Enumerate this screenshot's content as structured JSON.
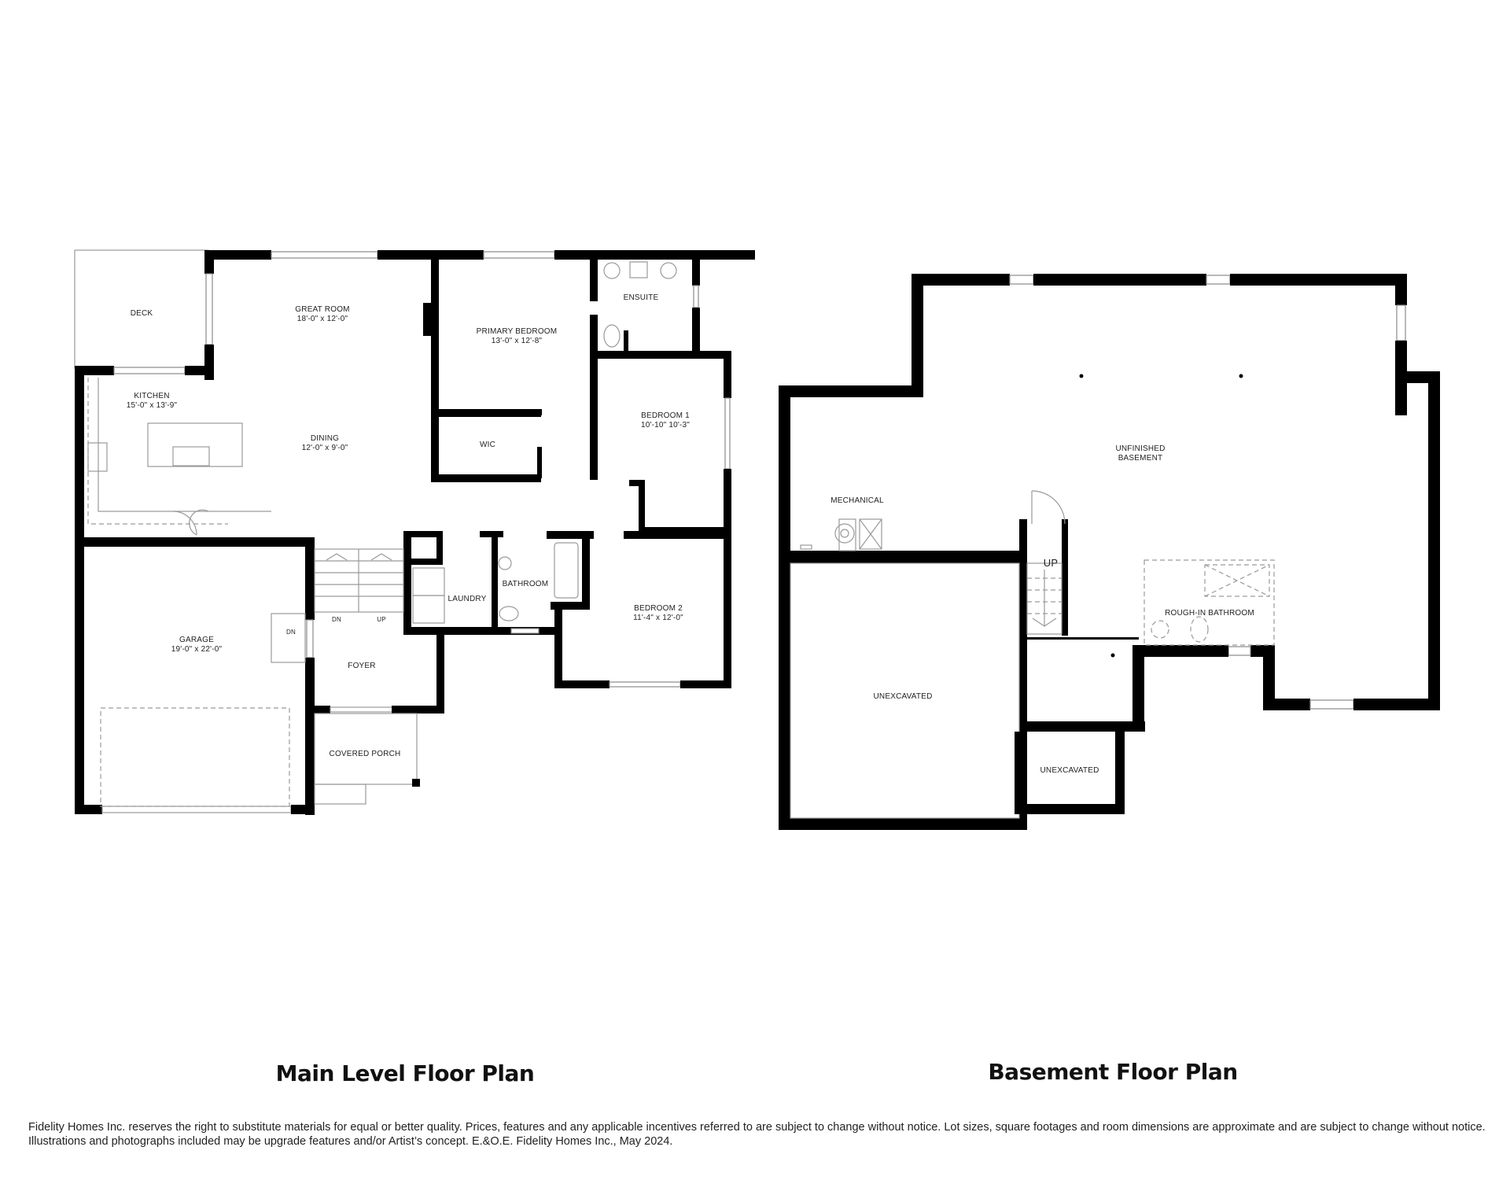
{
  "main_level": {
    "caption": "Main Level Floor Plan",
    "rooms": {
      "deck": {
        "name": "DECK"
      },
      "great_room": {
        "name": "GREAT ROOM",
        "dims": "18'-0\" x 12'-0\""
      },
      "kitchen": {
        "name": "KITCHEN",
        "dims": "15'-0\" x 13'-9\""
      },
      "dining": {
        "name": "DINING",
        "dims": "12'-0\" x 9'-0\""
      },
      "primary_bedroom": {
        "name": "PRIMARY BEDROOM",
        "dims": "13'-0\" x 12'-8\""
      },
      "ensuite": {
        "name": "ENSUITE"
      },
      "wic": {
        "name": "WIC"
      },
      "bedroom1": {
        "name": "BEDROOM 1",
        "dims": "10'-10\" 10'-3\""
      },
      "bedroom2": {
        "name": "BEDROOM 2",
        "dims": "11'-4\" x 12'-0\""
      },
      "bathroom": {
        "name": "BATHROOM"
      },
      "laundry": {
        "name": "LAUNDRY"
      },
      "garage": {
        "name": "GARAGE",
        "dims": "19'-0\" x 22'-0\""
      },
      "foyer": {
        "name": "FOYER"
      },
      "covered_porch": {
        "name": "COVERED PORCH"
      }
    },
    "stairs": {
      "dn": "DN",
      "up": "UP",
      "garage_dn": "DN"
    }
  },
  "basement": {
    "caption": "Basement Floor Plan",
    "rooms": {
      "unfinished": {
        "line1": "UNFINISHED",
        "line2": "BASEMENT"
      },
      "mechanical": {
        "name": "MECHANICAL"
      },
      "rough_in_bathroom": {
        "name": "ROUGH-IN BATHROOM"
      },
      "unexcavated_large": {
        "name": "UNEXCAVATED"
      },
      "unexcavated_small": {
        "name": "UNEXCAVATED"
      }
    },
    "stairs": {
      "up": "UP"
    }
  },
  "disclaimer": "Fidelity Homes Inc. reserves the right to substitute materials for equal or better quality. Prices, features and any applicable incentives referred to are subject to change without notice. Lot sizes, square footages and room dimensions are approximate and are subject to change without notice. Illustrations and photographs included may be upgrade features and/or Artist’s concept. E.&O.E. Fidelity Homes Inc., May 2024."
}
